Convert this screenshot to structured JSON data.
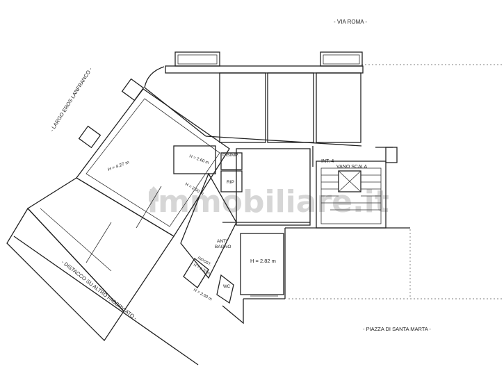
{
  "labels": {
    "via_roma": "- VIA ROMA -",
    "largo": "- LARGO EROS LANFRANCO -",
    "distacco": "- DISTACCO SU ALTRO FABBRICATO -",
    "piazza": "- PIAZZA DI SANTA MARTA -",
    "disimp": "DISIMP.",
    "rip": "RIP",
    "int4": "INT. 4",
    "vano_scala": "VANO SCALA",
    "anti": "ANTI",
    "bagno": "BAGNO",
    "wc": "WC",
    "h_main": "H = 2.82 m",
    "h_room1": "H = 4.27 m",
    "h_small1": "H = 2.60 m",
    "h_small2": "H = 2.90 m",
    "h_small3": "H = 2.60 m",
    "h_small4": "H = 2.70 m",
    "ripost": "RIPOST."
  },
  "watermark": "immobiliare.it"
}
